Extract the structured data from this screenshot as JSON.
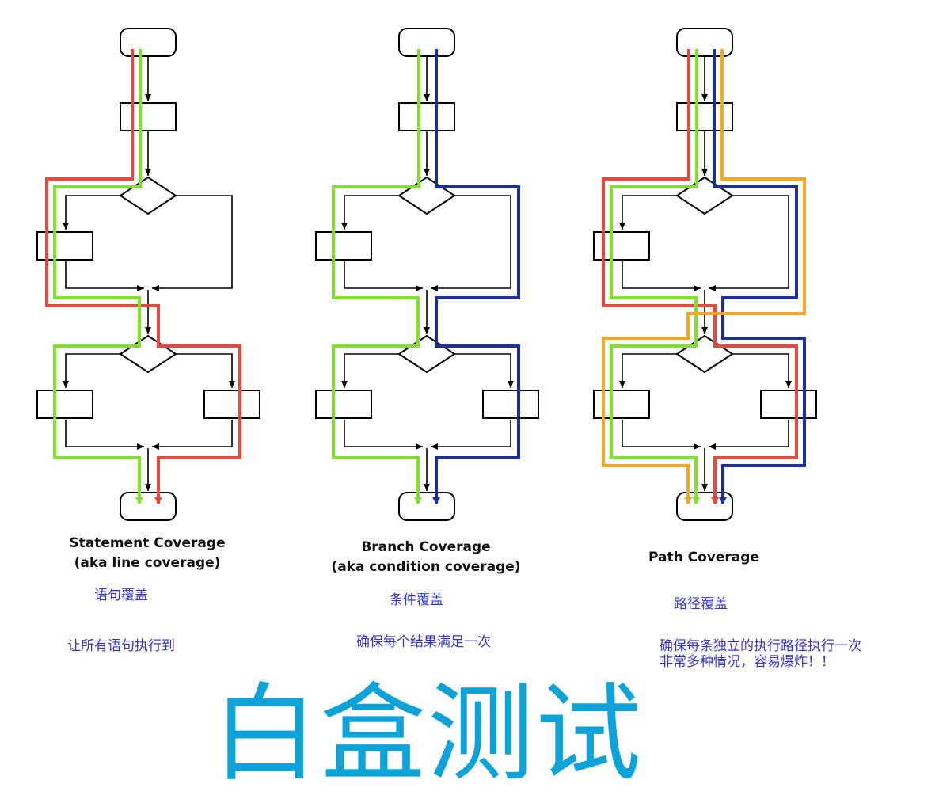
{
  "panels": [
    {
      "title": "Statement Coverage",
      "subtitle": "(aka line coverage)",
      "cn_title": "语句覆盖",
      "cn_desc": "让所有语句执行到",
      "path_colors": [
        "#e8473a",
        "#7ee22a"
      ]
    },
    {
      "title": "Branch Coverage",
      "subtitle": "(aka condition coverage)",
      "cn_title": "条件覆盖",
      "cn_desc": "确保每个结果满足一次",
      "path_colors": [
        "#7ee22a",
        "#1a2f9a"
      ]
    },
    {
      "title": "Path Coverage",
      "subtitle": "",
      "cn_title": "路径覆盖",
      "cn_desc": "确保每条独立的执行路径执行一次\n非常多种情况，容易爆炸！！",
      "path_colors": [
        "#e8473a",
        "#7ee22a",
        "#1a2f9a",
        "#f5a623"
      ]
    }
  ],
  "heading": "白盒测试",
  "colors": {
    "red": "#e8473a",
    "green": "#7ee22a",
    "blue": "#1a2f9a",
    "orange": "#f5a623",
    "cn_text": "#3333cc",
    "heading": "#0da3d9"
  }
}
